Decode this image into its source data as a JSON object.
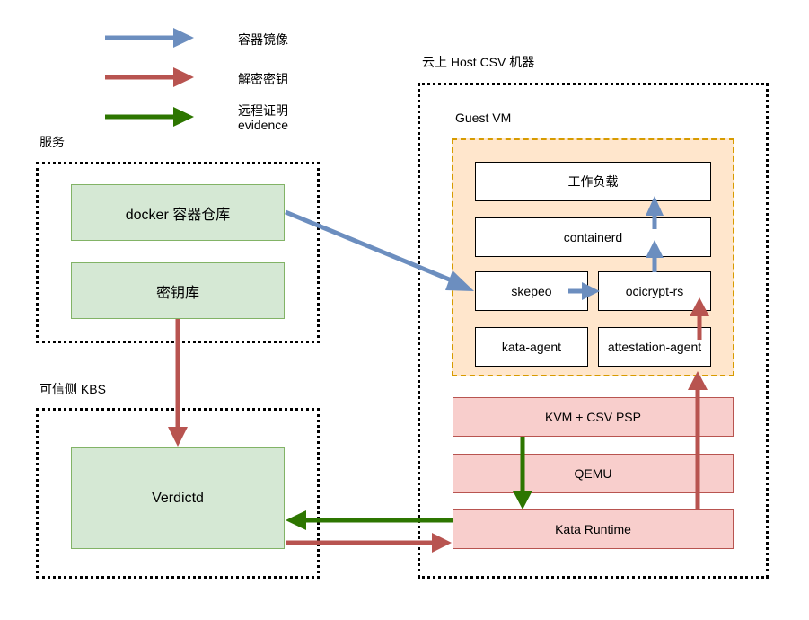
{
  "legend": [
    {
      "label": "容器镜像",
      "color": "#6c8ebf"
    },
    {
      "label": "解密密钥",
      "color": "#b85450"
    },
    {
      "label": "远程证明",
      "sublabel": "evidence",
      "color": "#2d7600"
    }
  ],
  "groups": {
    "services": {
      "title": "服务",
      "boxes": [
        "docker 容器仓库",
        "密钥库"
      ]
    },
    "kbs": {
      "title": "可信侧 KBS",
      "boxes": [
        "Verdictd"
      ]
    },
    "host": {
      "title": "云上 Host CSV 机器",
      "guest_vm": {
        "title": "Guest VM",
        "boxes": [
          "工作负载",
          "containerd",
          "skepeo",
          "ocicrypt-rs",
          "kata-agent",
          "attestation-agent"
        ]
      },
      "boxes": [
        "KVM + CSV PSP",
        "QEMU",
        "Kata Runtime"
      ]
    }
  },
  "colors": {
    "image_flow": "#6c8ebf",
    "key_flow": "#b85450",
    "evidence_flow": "#2d7600",
    "green_fill": "#d5e8d4",
    "red_fill": "#f8cecc",
    "guest_fill": "#ffe6cc"
  }
}
